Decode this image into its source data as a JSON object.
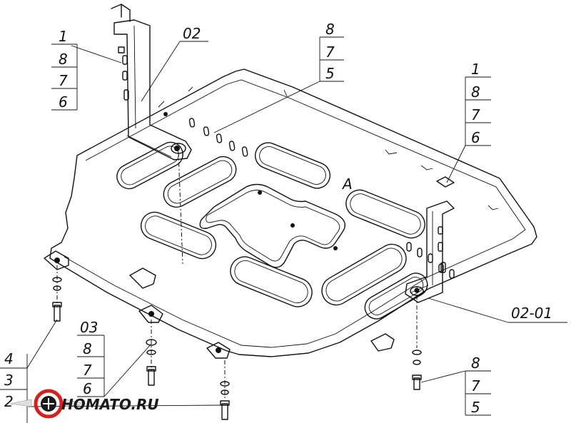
{
  "callouts": {
    "top_left_stack": [
      "1",
      "8",
      "7",
      "6"
    ],
    "part_02": "02",
    "top_center_stack": [
      "8",
      "7",
      "5"
    ],
    "right_stack": [
      "1",
      "8",
      "7",
      "6"
    ],
    "part_02_01": "02-01",
    "left_bottom_stack": [
      "4",
      "3",
      "2"
    ],
    "center_bottom_stack": [
      "03",
      "8",
      "7",
      "6"
    ],
    "bottom_right_stack": [
      "8",
      "7",
      "5"
    ]
  },
  "plate_mark": "A",
  "logo": {
    "text": "HOMATO.RU",
    "colors": {
      "ring": "#d62020",
      "wing": "#e0e0e0",
      "body": "#1a1a1a"
    }
  }
}
